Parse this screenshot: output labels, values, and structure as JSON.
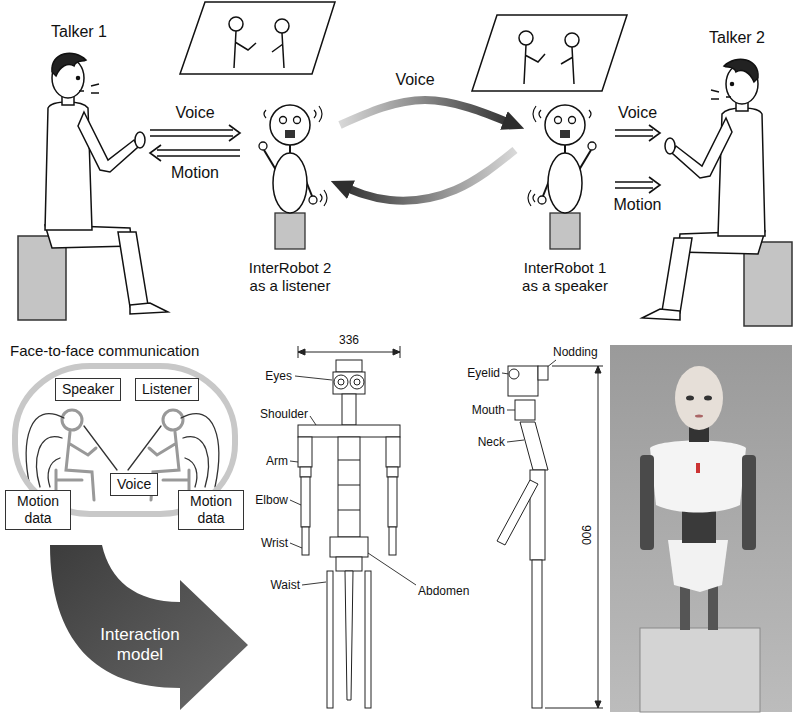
{
  "diagram": {
    "nodes": [
      {
        "text": [
          "Talker 1"
        ]
      },
      {
        "text": [
          "InterRobot 2 as a listener"
        ]
      },
      {
        "text": [
          "InterRobot 1 as a speaker"
        ]
      },
      {
        "text": [
          "Talker 2"
        ]
      },
      {
        "text": [
          "Face-to-face communication"
        ]
      },
      {
        "text": [
          "Speaker"
        ],
        "in": 4
      },
      {
        "text": [
          "Listener"
        ],
        "in": 4
      },
      {
        "text": [
          "Voice"
        ],
        "in": 4
      },
      {
        "text": [
          "Motion data"
        ]
      },
      {
        "text": [
          "Motion data"
        ]
      },
      {
        "text": [
          "Interaction model"
        ]
      }
    ],
    "edges": [
      {
        "from": 0,
        "to": 1,
        "arrow": "to",
        "label": "Voice"
      },
      {
        "from": 1,
        "to": 0,
        "arrow": "to",
        "label": "Motion"
      },
      {
        "from": 1,
        "to": 2,
        "arrow": "to",
        "label": "Voice"
      },
      {
        "from": 2,
        "to": 1,
        "arrow": "to"
      },
      {
        "from": 2,
        "to": 3,
        "arrow": "to",
        "label": "Voice"
      },
      {
        "from": 2,
        "to": 3,
        "arrow": "to",
        "label": "Motion"
      }
    ],
    "labels": [
      "336",
      "Eyes",
      "Shoulder",
      "Arm",
      "Elbow",
      "Wrist",
      "Waist",
      "Abdomen",
      "Eyelid",
      "Nodding",
      "Mouth",
      "Neck",
      "900"
    ]
  }
}
